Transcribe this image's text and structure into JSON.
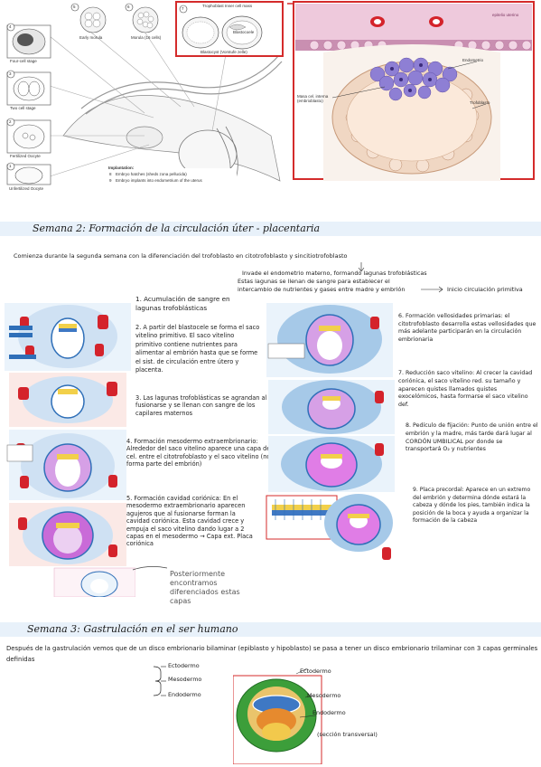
{
  "top_figure": {
    "stage_labels": {
      "four_cell": "Four-cell stage",
      "two_cell": "Two cell stage",
      "fertilized": "Fertilized Oocyte",
      "unfertilized": "Unfertilized Oocyte",
      "morula_early": "Early morula",
      "morula": "Morula (16 cells)",
      "blastocyst_title": "Trophoblast   Inner cell mass",
      "blastocoele": "Blastocoele",
      "blastocyst": "Blastocyst (Vorstufe zelle)"
    },
    "stage_numbers": [
      "4",
      "3",
      "2",
      "1",
      "5",
      "6",
      "7"
    ],
    "implantation_title": "Implantation:",
    "implantation_steps": [
      "Embryo hatches (sheds zona pellucida)",
      "Embryo implants into endometrium of the uterus"
    ],
    "step_numbers": [
      "8",
      "9"
    ],
    "zoom_labels": {
      "epithelium": "epitelio uterino",
      "endometrium": "Endometrio",
      "inner_mass": "Masa cel. interna (embrioblasto)",
      "trophoblast": "Trofoblasto"
    }
  },
  "week2": {
    "title": "Semana 2: Formación de la circulación úter - placentaria",
    "intro": "Comienza durante la segunda semana con la diferenciación del trofoblasto en citotrofoblasto y sincitiotrofoblasto",
    "branch_line1": "Invade el endometrio materno, formando lagunas trofoblásticas",
    "branch_line2": "Estas lagunas se llenan de sangre para establecer el",
    "branch_line3": "intercambio de nutrientes y gases entre madre y embrión",
    "branch_arrow": "Inicio circulación primitiva",
    "steps_left": [
      "1. Acumulación de sangre en lagunas trofoblásticas",
      "2. A partir del blastocele se forma el saco vitelino primitivo. El saco vitelino primitivo contiene nutrientes para alimentar al embrión hasta que se forme el sist. de circulación entre útero y placenta.",
      "3. Las lagunas trofoblásticas se agrandan al fusionarse y se llenan con sangre de los capilares maternos",
      "4. Formación mesodermo extraembrionario: Alrededor del saco vitelino aparece una capa de cel. entre el citotrofoblasto y el saco vitelino (no forma parte del embrión)",
      "5. Formación cavidad coriónica: En el mesodermo extraembrionario aparecen agujeros que al fusionarse forman la cavidad coriónica. Esta cavidad crece y empuja el saco vitelino dando lugar a 2 capas en el mesodermo → Capa ext. Placa coriónica"
    ],
    "note_later": "Posteriormente encontramos diferenciados estas capas",
    "steps_right": [
      "6. Formación vellosidades primarias: el citotrofoblasto desarrolla estas vellosidades que más adelante participarán en la circulación embrionaria",
      "7. Reducción saco vitelino: Al crecer la cavidad coriónica, el saco vitelino red. su tamaño y aparecen quistes llamados quistes exocelómicos, hasta formarse el saco vitelino def.",
      "8. Pedículo de fijación: Punto de unión entre el embrión y la madre, más tarde dará lugar al CORDÓN UMBILICAL por donde se transportará O₂ y nutrientes",
      "9. Placa precordal: Aparece en un extremo del embrión y determina dónde estará la cabeza y dónde los pies, también indica la posición de la boca y ayuda a organizar la formación de la cabeza"
    ]
  },
  "week3": {
    "title": "Semana 3: Gastrulación en el ser humano",
    "intro": "Después de la gastrulación vemos que de un disco embrionario bilaminar (epiblasto y hipoblasto) se pasa a tener un disco embrionario trilaminar con 3 capas germinales definidas",
    "layers": [
      "Ectodermo",
      "Mesodermo",
      "Endodermo"
    ],
    "figure_labels": [
      "Ectodermo",
      "Mesodermo",
      "Endodermo"
    ],
    "section_caption": "(sección transversal)"
  },
  "colors": {
    "band": "#e8f1fa",
    "accent_red": "#d42b2b",
    "uterus_pink": "#e9c3d6",
    "endo_purple": "#8e7fd4",
    "blast_beige": "#f0d7c3",
    "blood": "#d4232b",
    "embryo_blue": "#a6c9e8",
    "mag": "#d24fd6",
    "green": "#3c9e3a",
    "yellow": "#f2c94c",
    "orange": "#e68a2e"
  }
}
